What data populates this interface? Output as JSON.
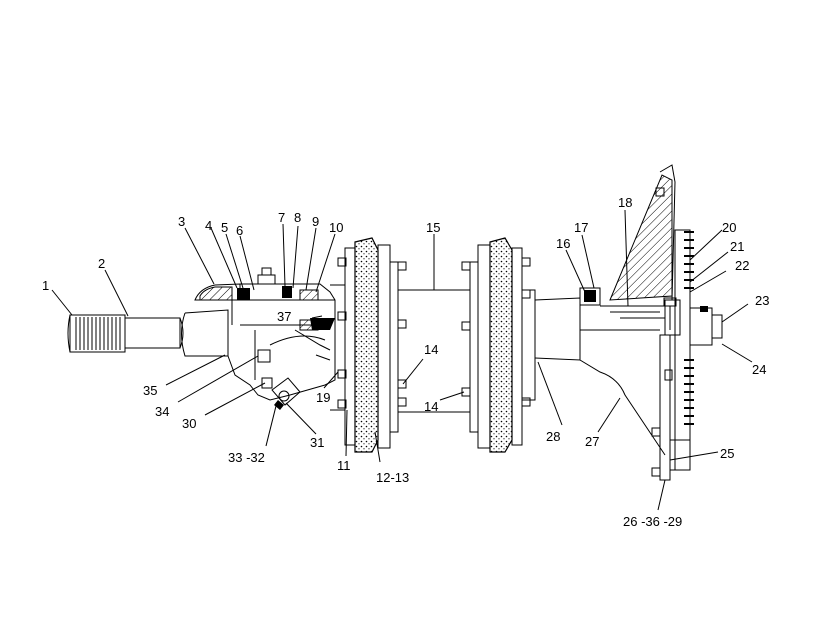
{
  "callouts": [
    {
      "id": "c1",
      "text": "1"
    },
    {
      "id": "c2",
      "text": "2"
    },
    {
      "id": "c3",
      "text": "3"
    },
    {
      "id": "c4",
      "text": "4"
    },
    {
      "id": "c5",
      "text": "5"
    },
    {
      "id": "c6",
      "text": "6"
    },
    {
      "id": "c7",
      "text": "7"
    },
    {
      "id": "c8",
      "text": "8"
    },
    {
      "id": "c9",
      "text": "9"
    },
    {
      "id": "c10",
      "text": "10"
    },
    {
      "id": "c15",
      "text": "15"
    },
    {
      "id": "c16",
      "text": "16"
    },
    {
      "id": "c17",
      "text": "17"
    },
    {
      "id": "c18",
      "text": "18"
    },
    {
      "id": "c20",
      "text": "20"
    },
    {
      "id": "c21",
      "text": "21"
    },
    {
      "id": "c22",
      "text": "22"
    },
    {
      "id": "c23",
      "text": "23"
    },
    {
      "id": "c24",
      "text": "24"
    },
    {
      "id": "c37",
      "text": "37"
    },
    {
      "id": "c14a",
      "text": "14"
    },
    {
      "id": "c14b",
      "text": "14"
    },
    {
      "id": "c19",
      "text": "19"
    },
    {
      "id": "c35",
      "text": "35"
    },
    {
      "id": "c34",
      "text": "34"
    },
    {
      "id": "c30",
      "text": "30"
    },
    {
      "id": "c31",
      "text": "31"
    },
    {
      "id": "c3332",
      "text": "33 -32"
    },
    {
      "id": "c11",
      "text": "11"
    },
    {
      "id": "c1213",
      "text": "12-13"
    },
    {
      "id": "c28",
      "text": "28"
    },
    {
      "id": "c27",
      "text": "27"
    },
    {
      "id": "c25",
      "text": "25"
    },
    {
      "id": "c263629",
      "text": "26 -36 -29"
    }
  ]
}
